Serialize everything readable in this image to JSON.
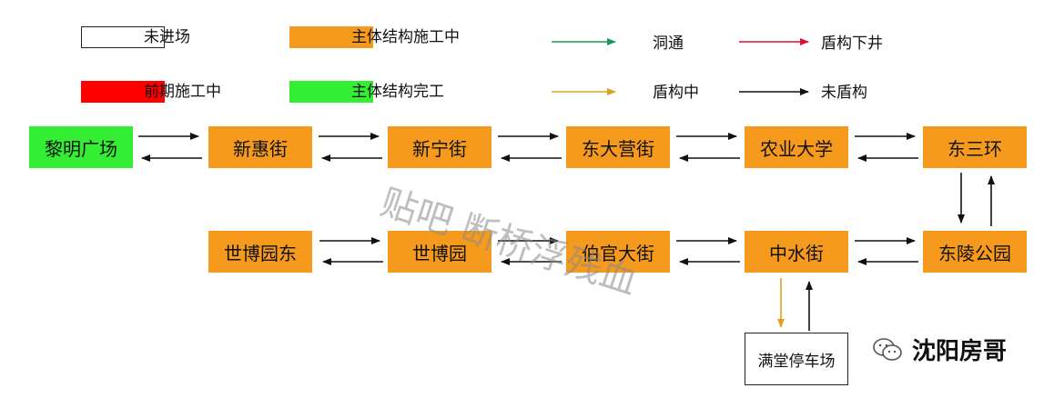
{
  "legend": {
    "not_entered": "未进场",
    "main_structure_in_progress": "主体结构施工中",
    "early_stage_in_progress": "前期施工中",
    "main_structure_done": "主体结构完工",
    "tunnel_through": "洞通",
    "shield_lowered": "盾构下井",
    "shield_in_progress": "盾构中",
    "no_shield": "未盾构"
  },
  "colors": {
    "orange": "#f59a1c",
    "red": "#ff0000",
    "green": "#33ee33",
    "arrow_green": "#1a9a5a",
    "arrow_red": "#e01030",
    "arrow_orange": "#e0a020",
    "arrow_black": "#111111"
  },
  "stations": {
    "liming_square": "黎明广场",
    "xinhui_street": "新惠街",
    "xinning_street": "新宁街",
    "dongdaying_street": "东大营街",
    "agri_university": "农业大学",
    "dongsanhuan": "东三环",
    "shibo_garden_east": "世博园东",
    "shibo_garden": "世博园",
    "boguan_street": "伯官大街",
    "zhongshui_street": "中水街",
    "dongling_park": "东陵公园",
    "depot": "满堂停车场"
  },
  "watermark": "贴吧 断桥浮残血",
  "brand": {
    "name": "沈阳房哥",
    "icon": "wechat-icon"
  }
}
